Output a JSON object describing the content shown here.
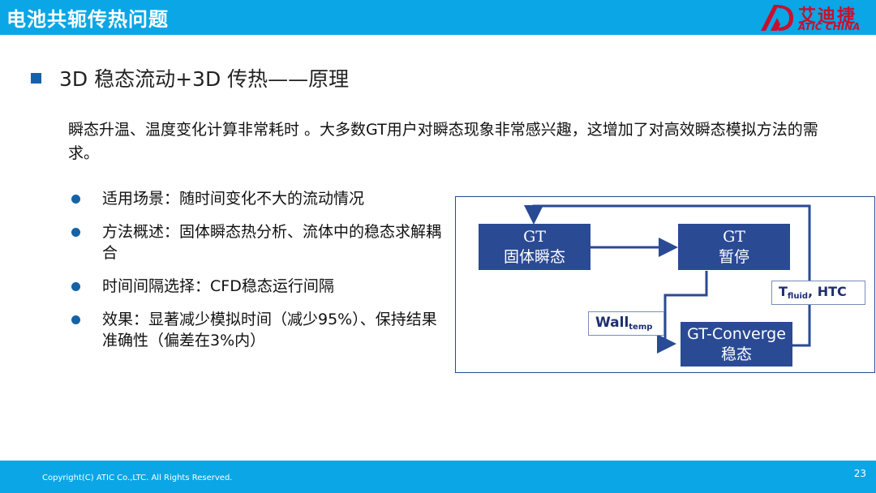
{
  "header": {
    "title": "电池共轭传热问题",
    "logo_cn": "艾迪捷",
    "logo_en": "ATIC CHINA",
    "color": "#0aa6e6"
  },
  "section": {
    "title": "3D 稳态流动+3D 传热——原理"
  },
  "intro": {
    "text": "瞬态升温、温度变化计算非常耗时 。大多数GT用户对瞬态现象非常感兴趣，这增加了对高效瞬态模拟方法的需求。"
  },
  "bullets": [
    {
      "text": "适用场景：随时间变化不大的流动情况"
    },
    {
      "text": "方法概述：固体瞬态热分析、流体中的稳态求解耦合"
    },
    {
      "text": "时间间隔选择：CFD稳态运行间隔"
    },
    {
      "text": "效果：显著减少模拟时间（减少95%）、保持结果准确性（偏差在3%内）"
    }
  ],
  "diagram": {
    "box1": {
      "line1": "GT",
      "line2": "固体瞬态"
    },
    "box2": {
      "line1": "GT",
      "line2": "暂停"
    },
    "box3": {
      "line1": "GT-Converge",
      "line2": "稳态"
    },
    "label_wall": {
      "main": "Wall",
      "sub": "temp"
    },
    "label_fluid": {
      "main": "T",
      "sub": "fluid",
      "rest": ", HTC"
    },
    "box_color": "#2a4a94",
    "arrow_color": "#2a4a94"
  },
  "footer": {
    "copyright": "Copyright(C) ATIC Co.,LTC. All Rights Reserved.",
    "page": "23"
  }
}
